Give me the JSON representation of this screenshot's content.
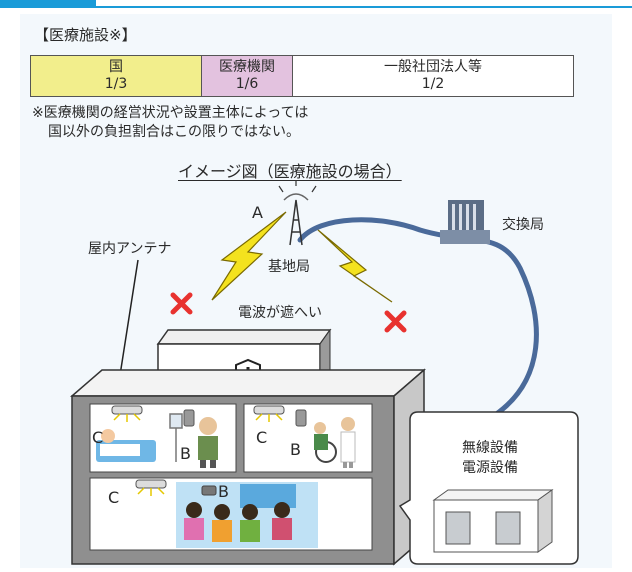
{
  "section_title": "【医療施設※】",
  "cost_share": [
    {
      "payer": "国",
      "ratio": "1/3",
      "color": "#f2ee8c"
    },
    {
      "payer": "医療機関",
      "ratio": "1/6",
      "color": "#e3c2df"
    },
    {
      "payer": "一般社団法人等",
      "ratio": "1/2",
      "color": "#ffffff"
    }
  ],
  "note": {
    "line1": "※医療機関の経営状況や設置主体によっては",
    "line2": "国以外の負担割合はこの限りではない。"
  },
  "diagram": {
    "caption": "イメージ図（医療施設の場合）",
    "base_station": "基地局",
    "exchange": "交換局",
    "indoor_antenna": "屋内アンテナ",
    "blocked": "電波が遮へい",
    "equipment_line1": "無線設備",
    "equipment_line2": "電源設備",
    "markers": {
      "a": "A",
      "b": "B",
      "c": "C"
    }
  },
  "colors": {
    "accent": "#1a9bd8",
    "cable": "#4a6a9a",
    "lightning": "#f4e21e",
    "block_mark": "#e8322f"
  }
}
